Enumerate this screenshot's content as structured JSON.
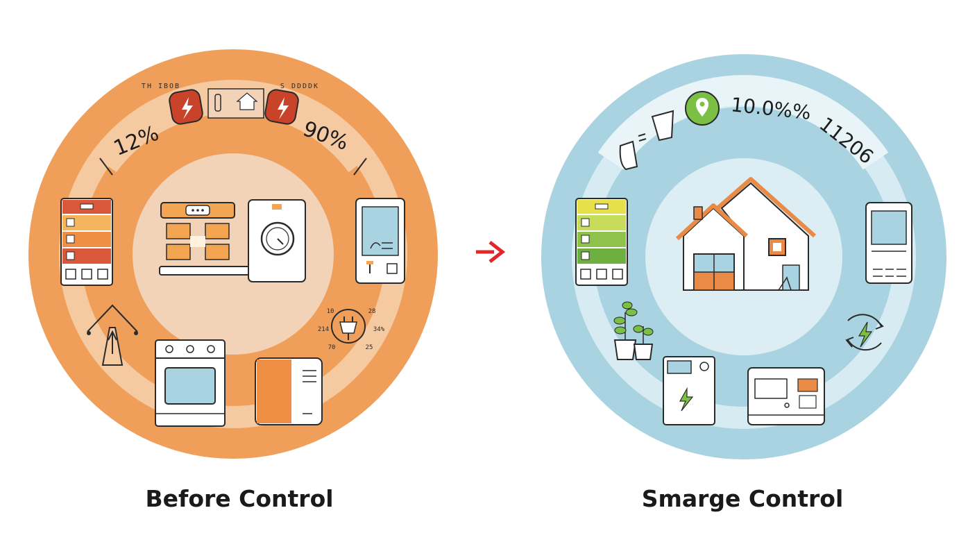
{
  "before": {
    "caption": "Before Control",
    "percent_left": "12%",
    "percent_right": "90%",
    "top_label_left": "TH IBOB",
    "top_label_right": "S DDDDK",
    "dial_labels": [
      "10",
      "28",
      "214",
      "34%",
      "70",
      "25"
    ]
  },
  "after": {
    "caption": "Smarge Control",
    "percent_label": "10.0%%",
    "value_label": "11206"
  },
  "colors": {
    "before_outer": "#ef9f5a",
    "before_band": "#f6caa1",
    "before_inner": "#f3d3b8",
    "after_outer": "#a9d3e0",
    "after_band": "#d7ecf2",
    "after_inner": "#dcedf3",
    "arrow": "#e3262b",
    "accent_green": "#7bbf44",
    "accent_red": "#c9432a"
  },
  "icons": {
    "before": [
      "lightning-icon",
      "home-icon",
      "battery-rack-icon",
      "washing-machine-icon",
      "kiosk-icon",
      "power-tower-icon",
      "oven-icon",
      "heater-icon",
      "plug-dial-icon"
    ],
    "after": [
      "location-pin-icon",
      "cup-icon",
      "battery-rack-icon",
      "house-icon",
      "kiosk-icon",
      "plant-icon",
      "charger-icon",
      "microwave-icon",
      "energy-cycle-icon"
    ]
  }
}
